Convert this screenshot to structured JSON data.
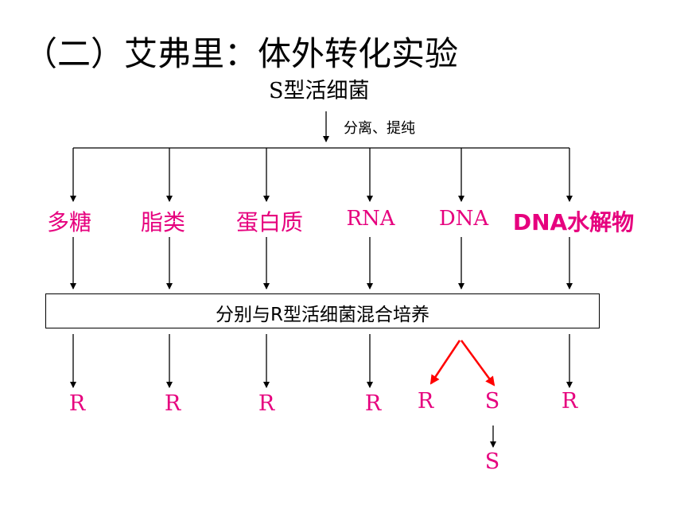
{
  "title": "（二）艾弗里：体外转化实验",
  "source": "S型活细菌",
  "step_label": "分离、提纯",
  "components": [
    "多糖",
    "脂类",
    "蛋白质",
    "RNA",
    "DNA",
    "DNA水解物"
  ],
  "mix_label": "分别与R型活细菌混合培养",
  "results": [
    "R",
    "R",
    "R",
    "R",
    "R",
    "S",
    "R"
  ],
  "final_result": "S",
  "colors": {
    "component_text": "#e6007e",
    "result_text": "#e6007e",
    "split_arrow": "#ff0000",
    "line": "#000000"
  }
}
